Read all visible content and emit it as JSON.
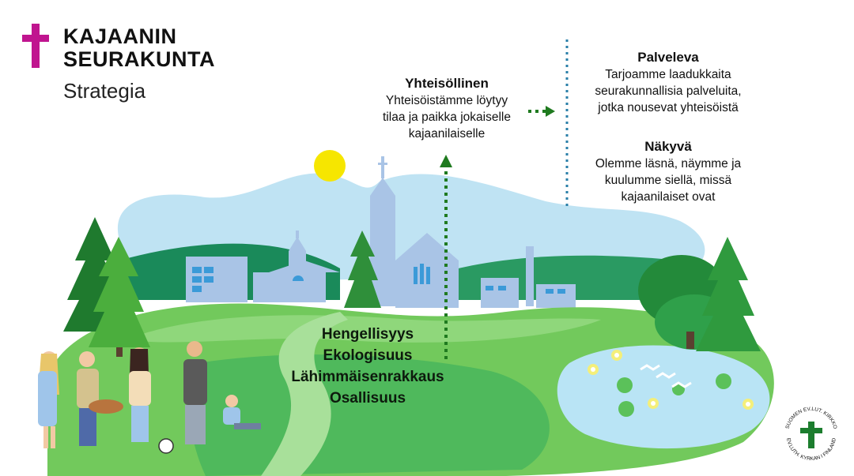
{
  "header": {
    "brand_line1": "KAJAANIN",
    "brand_line2": "SEURAKUNTA",
    "subtitle": "Strategia"
  },
  "blocks": {
    "yhteisollinen": {
      "title": "Yhteisöllinen",
      "lines": [
        "Yhteisöistämme löytyy",
        "tilaa ja paikka jokaiselle",
        "kajaanilaiselle"
      ]
    },
    "palveleva": {
      "title": "Palveleva",
      "lines": [
        "Tarjoamme laadukkaita",
        "seurakunnallisia palveluita,",
        "jotka nousevat yhteisöistä"
      ]
    },
    "nakyva": {
      "title": "Näkyvä",
      "lines": [
        "Olemme läsnä, näymme ja",
        "kuulumme siellä, missä",
        "kajaanilaiset ovat"
      ]
    }
  },
  "values": [
    "Hengellisyys",
    "Ekologisuus",
    "Lähimmäisenrakkaus",
    "Osallisuus"
  ],
  "seal": {
    "text_top": "SUOMEN EV.LUT. KIRKKO",
    "text_bottom": "EV.LUTH. KYRKAN I FINLAND"
  },
  "colors": {
    "brand_cross": "#c0158f",
    "arrow_green": "#1f7a1f",
    "divider_blue": "#2a7fa8",
    "seal_green": "#1c7d2e"
  }
}
